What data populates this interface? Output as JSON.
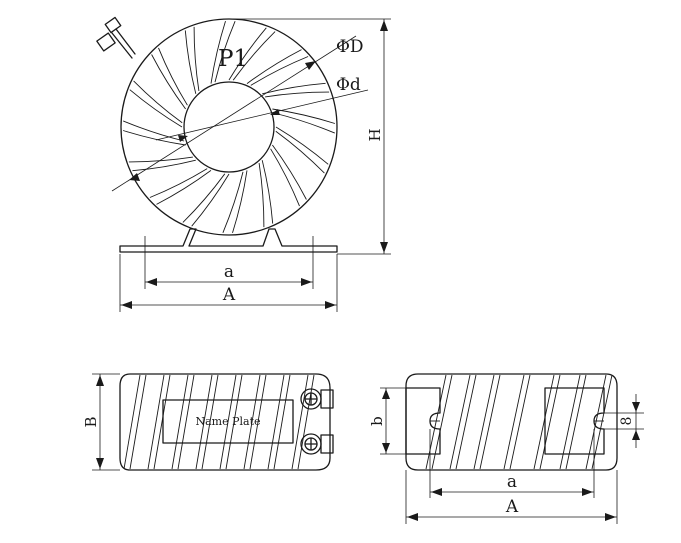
{
  "labels": {
    "phase": "P1",
    "outer_diameter": "ΦD",
    "inner_diameter": "Φd",
    "height": "H",
    "mount_spacing_front": "a",
    "base_length_front": "A",
    "depth": "B",
    "name_plate": "Name Plate",
    "slot_spacing": "b",
    "mount_spacing_side": "a",
    "base_length_side": "A",
    "slot_width": "8"
  }
}
